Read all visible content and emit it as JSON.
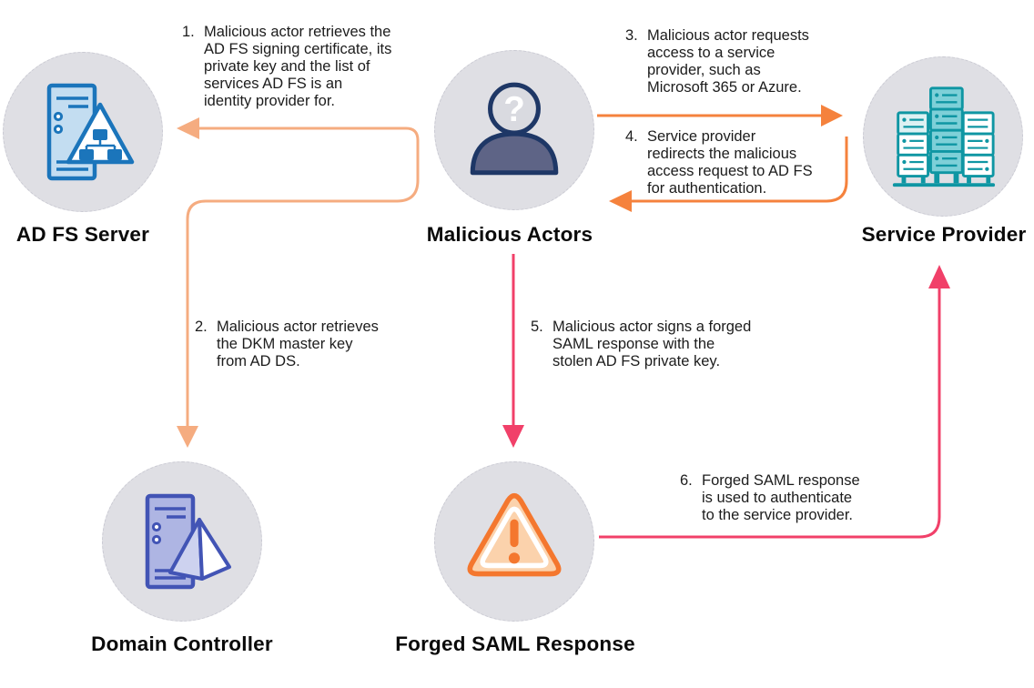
{
  "colors": {
    "node_bg": "#DFDFE4",
    "node_border": "#C9C9D2",
    "arrow_peach": "#F5AC80",
    "arrow_orange": "#F5823D",
    "arrow_pink": "#F14069",
    "text_dark": "#1C1C1C",
    "adfs_stroke": "#1B75BB",
    "adfs_fill": "#C3DDF1",
    "actor_navy": "#1E3766",
    "actor_body": "#5E6486",
    "actor_head": "#D9DAE0",
    "sp_stroke": "#0F96A3",
    "sp_fill": "#7ED0D8",
    "sp_light": "#DDF1F3",
    "dc_stroke": "#4254B5",
    "dc_fill": "#AEB5E3",
    "dc_light": "#CDD2EF",
    "warn_stroke": "#F4772E",
    "warn_fill": "#FBD2AC"
  },
  "nodes": {
    "adfs": {
      "label": "AD FS Server",
      "icon": "adfs-server-icon"
    },
    "actors": {
      "label": "Malicious Actors",
      "icon": "malicious-actor-icon",
      "question_mark": "?"
    },
    "service_provider": {
      "label": "Service Provider",
      "icon": "server-rack-icon"
    },
    "domain_controller": {
      "label": "Domain Controller",
      "icon": "domain-controller-icon"
    },
    "forged_saml": {
      "label": "Forged SAML Response",
      "icon": "warning-triangle-icon"
    }
  },
  "steps": {
    "s1": {
      "number": "1.",
      "text": "Malicious actor retrieves the\nAD FS signing certificate, its\nprivate key and the list of\nservices AD FS is an\nidentity provider for."
    },
    "s2": {
      "number": "2.",
      "text": "Malicious actor retrieves\nthe DKM master key\nfrom AD DS."
    },
    "s3": {
      "number": "3.",
      "text": "Malicious actor requests\naccess to a service\nprovider, such as\nMicrosoft 365 or Azure."
    },
    "s4": {
      "number": "4.",
      "text": "Service provider\nredirects the malicious\naccess request to AD FS\nfor authentication."
    },
    "s5": {
      "number": "5.",
      "text": "Malicious actor signs a forged\nSAML response with the\nstolen AD FS private key."
    },
    "s6": {
      "number": "6.",
      "text": "Forged SAML response\nis used to authenticate\nto the service provider."
    }
  }
}
